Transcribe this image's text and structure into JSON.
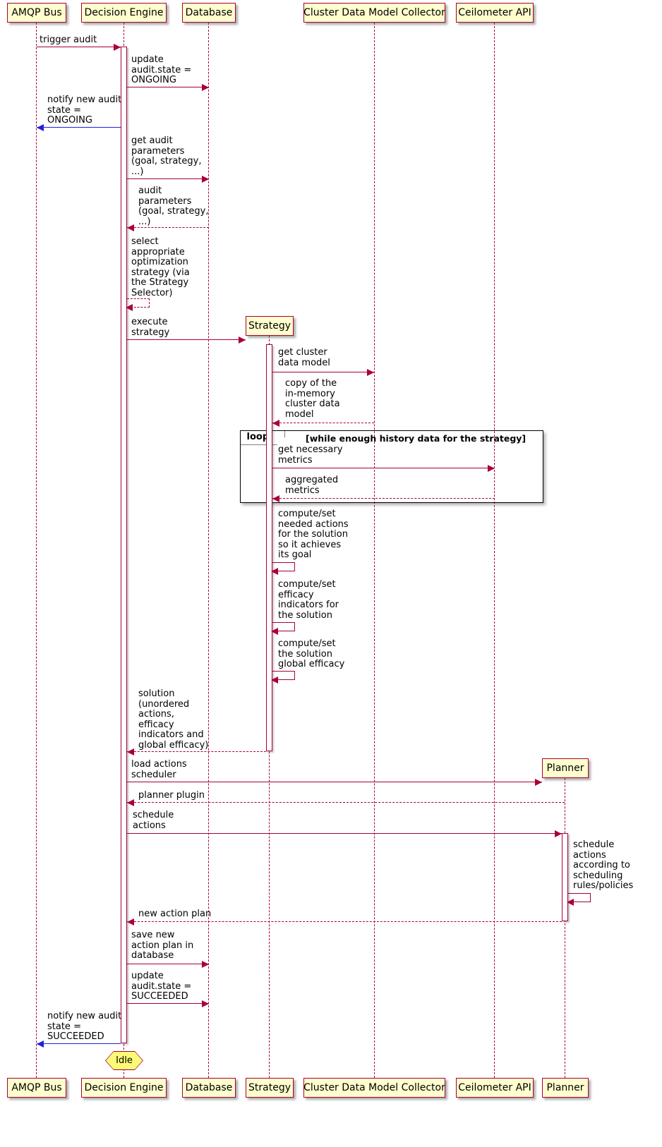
{
  "participants": {
    "top": [
      "AMQP Bus",
      "Decision Engine",
      "Database",
      "Cluster Data Model Collector",
      "Ceilometer API"
    ],
    "created": [
      "Strategy",
      "Planner"
    ],
    "bottom": [
      "AMQP Bus",
      "Decision Engine",
      "Database",
      "Strategy",
      "Cluster Data Model Collector",
      "Ceilometer API",
      "Planner"
    ]
  },
  "messages": {
    "trigger_audit": "trigger audit",
    "update_state_ongoing": "update\naudit.state =\nONGOING",
    "notify_ongoing": "notify new audit\nstate =\nONGOING",
    "get_audit_params": "get audit\nparameters\n(goal, strategy,\n...)",
    "audit_params_return": "audit\nparameters\n(goal, strategy,\n...)",
    "select_strategy": "select\nappropriate\noptimization\nstrategy (via\nthe Strategy\nSelector)",
    "execute_strategy": "execute\nstrategy",
    "get_cluster_model": "get cluster\ndata model",
    "copy_cluster_model": "copy of the\nin-memory\ncluster data\nmodel",
    "get_metrics": "get necessary\nmetrics",
    "aggregated_metrics": "aggregated\nmetrics",
    "compute_actions": "compute/set\nneeded actions\nfor the solution\nso it achieves\nits goal",
    "compute_efficacy": "compute/set\nefficacy\nindicators for\nthe solution",
    "compute_global_efficacy": "compute/set\nthe solution\nglobal efficacy",
    "solution_return": "solution\n(unordered\nactions,\nefficacy\nindicators and\nglobal efficacy)",
    "load_scheduler": "load actions\nscheduler",
    "planner_plugin": "planner plugin",
    "schedule_actions": "schedule\nactions",
    "schedule_according": "schedule\nactions\naccording to\nscheduling\nrules/policies",
    "new_action_plan": "new action plan",
    "save_action_plan": "save new\naction plan in\ndatabase",
    "update_state_succeeded": "update\naudit.state =\nSUCCEEDED",
    "notify_succeeded": "notify new audit\nstate =\nSUCCEEDED"
  },
  "loop_frame": {
    "operator": "loop",
    "guard": "[while enough history data for the strategy]"
  },
  "end_note": "Idle",
  "colors": {
    "participant_fill": "#FEFECE",
    "line": "#A80036",
    "notify_arrow": "#2020E0",
    "note_fill": "#FBFB77",
    "frame_border": "#000000"
  }
}
